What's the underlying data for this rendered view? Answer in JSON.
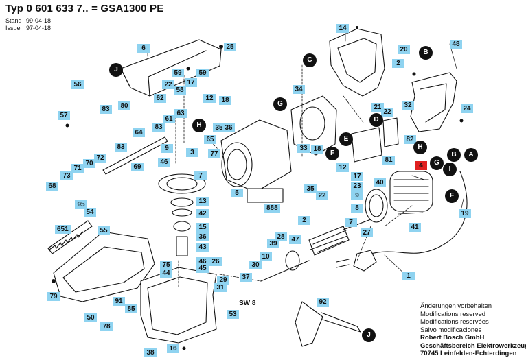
{
  "header": {
    "title": "Typ 0 601 633 7.. = GSA1300 PE",
    "stand_label": "Stand",
    "issue_label": "Issue",
    "date_struck": "99-04-18",
    "date": "97-04-18"
  },
  "notes": {
    "lines": [
      "Änderungen vorbehalten",
      "Modifications reserved",
      "Modifications reservées",
      "Salvo modificaciones"
    ],
    "company": "Robert Bosch GmbH",
    "division": "Geschäftsbereich Elektrowerkzeuge",
    "address": "70745 Leinfelden-Echterdingen"
  },
  "colors": {
    "callout": "#8fd3f0",
    "highlight": "#e02020",
    "ink": "#111111"
  },
  "parts": [
    "6",
    "25",
    "J",
    "59",
    "59",
    "17",
    "80",
    "58",
    "56",
    "22",
    "62",
    "12",
    "18",
    "63",
    "83",
    "61",
    "57",
    "64",
    "83",
    "H",
    "35",
    "65",
    "36",
    "83",
    "9",
    "77",
    "3",
    "69",
    "72",
    "70",
    "71",
    "46",
    "7",
    "73",
    "68",
    "95",
    "54",
    "13",
    "42",
    "651",
    "55",
    "15",
    "36",
    "43",
    "46",
    "75",
    "45",
    "26",
    "44",
    "79",
    "29",
    "91",
    "31",
    "85",
    "50",
    "78",
    "53",
    "38",
    "16",
    "14",
    "48",
    "C",
    "20",
    "B",
    "2",
    "21",
    "32",
    "34",
    "G",
    "24",
    "22",
    "E",
    "D",
    "82",
    "81",
    "33",
    "18",
    "F",
    "12",
    "17",
    "23",
    "35",
    "22",
    "5",
    "888",
    "B",
    "A",
    "H",
    "G",
    "4",
    "40",
    "I",
    "F",
    "19",
    "2",
    "9",
    "8",
    "41",
    "7",
    "27",
    "28",
    "47",
    "39",
    "10",
    "30",
    "37",
    "92",
    "J",
    "1"
  ],
  "ref_markers": [
    "J",
    "C",
    "B",
    "G",
    "E",
    "D",
    "F",
    "H",
    "I",
    "A",
    "J"
  ],
  "switch_label": "SW 8"
}
